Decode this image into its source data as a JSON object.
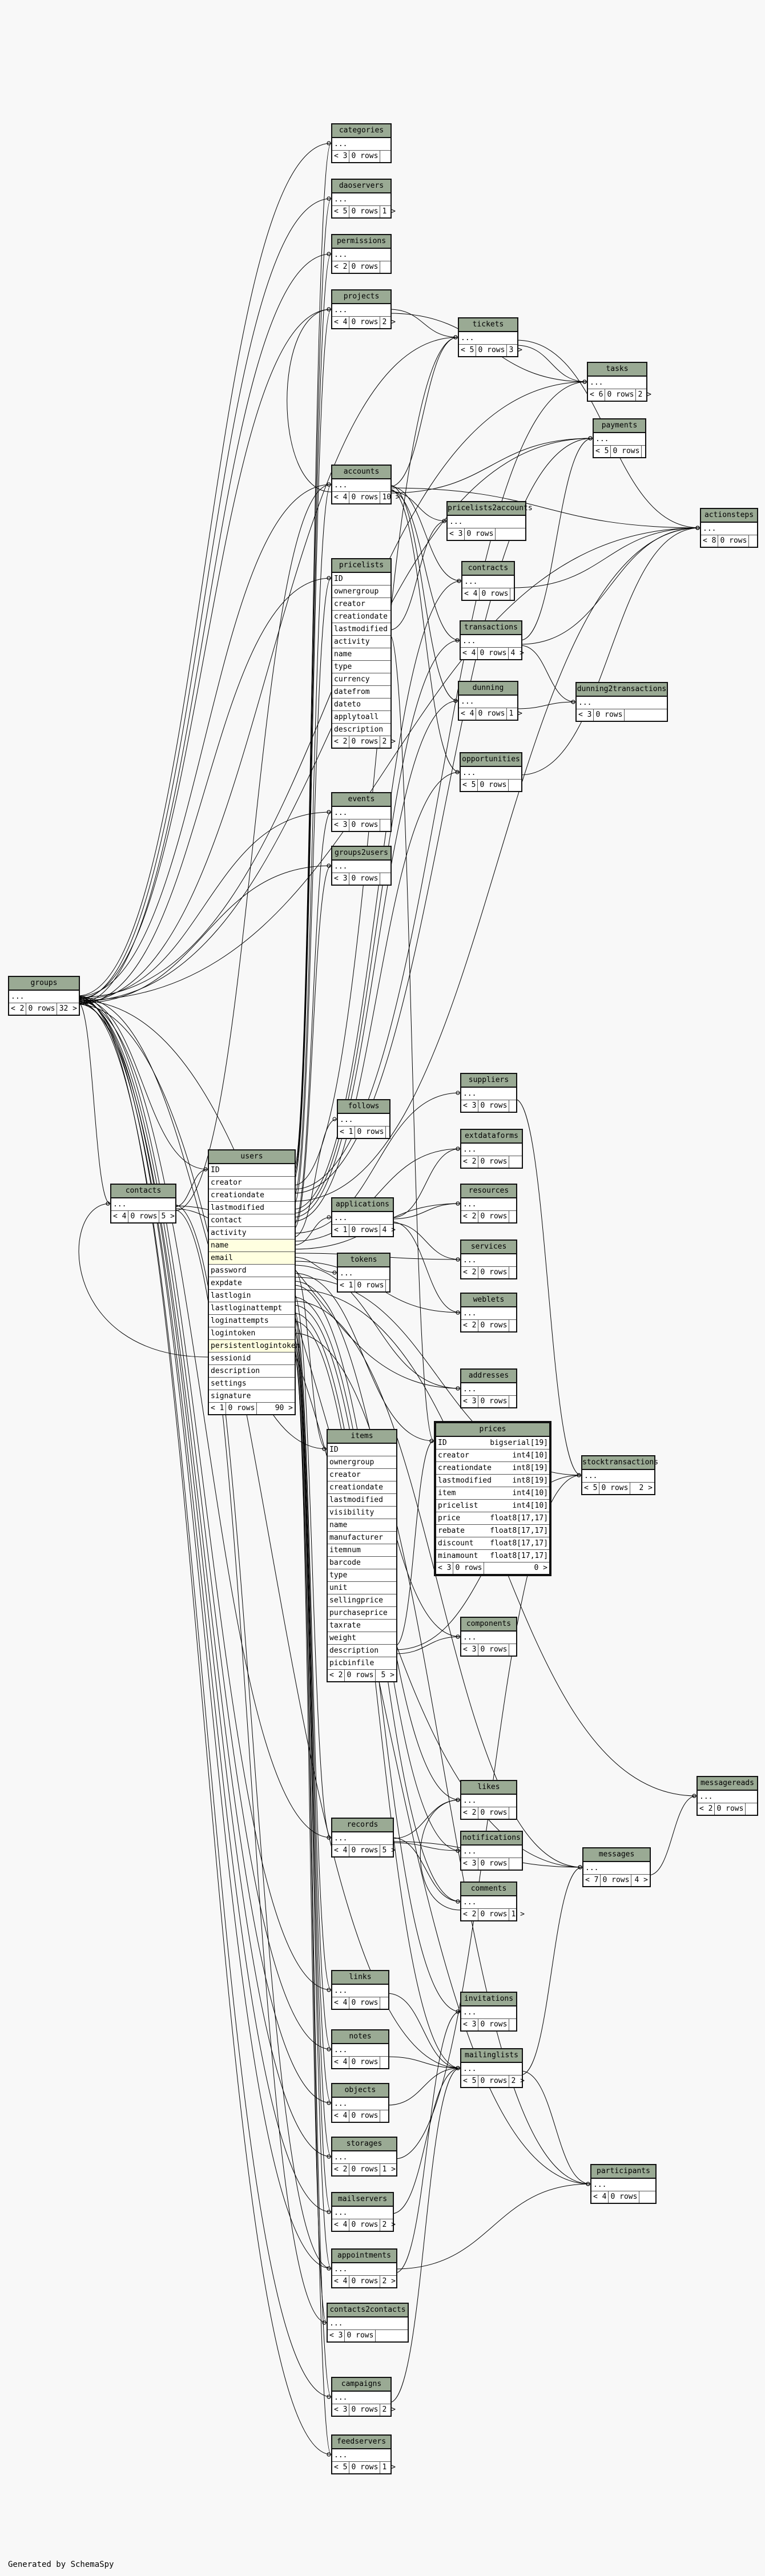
{
  "generated_by": "Generated by SchemaSpy",
  "tables": [
    {
      "name": "categories",
      "rows": [
        "..."
      ],
      "footer": [
        "< 3",
        "0 rows",
        ""
      ]
    },
    {
      "name": "daoservers",
      "rows": [
        "..."
      ],
      "footer": [
        "< 5",
        "0 rows",
        "1 >"
      ]
    },
    {
      "name": "permissions",
      "rows": [
        "..."
      ],
      "footer": [
        "< 2",
        "0 rows",
        ""
      ]
    },
    {
      "name": "projects",
      "rows": [
        "..."
      ],
      "footer": [
        "< 4",
        "0 rows",
        "2 >"
      ]
    },
    {
      "name": "tickets",
      "rows": [
        "..."
      ],
      "footer": [
        "< 5",
        "0 rows",
        "3 >"
      ]
    },
    {
      "name": "tasks",
      "rows": [
        "..."
      ],
      "footer": [
        "< 6",
        "0 rows",
        "2 >"
      ]
    },
    {
      "name": "payments",
      "rows": [
        "..."
      ],
      "footer": [
        "< 5",
        "0 rows",
        ""
      ]
    },
    {
      "name": "accounts",
      "rows": [
        "..."
      ],
      "footer": [
        "< 4",
        "0 rows",
        "10 >"
      ]
    },
    {
      "name": "pricelists2accounts",
      "rows": [
        "..."
      ],
      "footer": [
        "< 3",
        "0 rows",
        ""
      ]
    },
    {
      "name": "actionsteps",
      "rows": [
        "..."
      ],
      "footer": [
        "< 8",
        "0 rows",
        ""
      ]
    },
    {
      "name": "pricelists",
      "rows": [
        "ID",
        "ownergroup",
        "creator",
        "creationdate",
        "lastmodified",
        "activity",
        "name",
        "type",
        "currency",
        "datefrom",
        "dateto",
        "applytoall",
        "description"
      ],
      "footer": [
        "< 2",
        "0 rows",
        "2 >"
      ]
    },
    {
      "name": "contracts",
      "rows": [
        "..."
      ],
      "footer": [
        "< 4",
        "0 rows",
        ""
      ]
    },
    {
      "name": "transactions",
      "rows": [
        "..."
      ],
      "footer": [
        "< 4",
        "0 rows",
        "4 >"
      ]
    },
    {
      "name": "dunning",
      "rows": [
        "..."
      ],
      "footer": [
        "< 4",
        "0 rows",
        "1 >"
      ]
    },
    {
      "name": "dunning2transactions",
      "rows": [
        "..."
      ],
      "footer": [
        "< 3",
        "0 rows",
        ""
      ]
    },
    {
      "name": "opportunities",
      "rows": [
        "..."
      ],
      "footer": [
        "< 5",
        "0 rows",
        ""
      ]
    },
    {
      "name": "events",
      "rows": [
        "..."
      ],
      "footer": [
        "< 3",
        "0 rows",
        ""
      ]
    },
    {
      "name": "groups2users",
      "rows": [
        "..."
      ],
      "footer": [
        "< 3",
        "0 rows",
        ""
      ]
    },
    {
      "name": "groups",
      "rows": [
        "..."
      ],
      "footer": [
        "< 2",
        "0 rows",
        "32 >"
      ]
    },
    {
      "name": "suppliers",
      "rows": [
        "..."
      ],
      "footer": [
        "< 3",
        "0 rows",
        ""
      ]
    },
    {
      "name": "follows",
      "rows": [
        "..."
      ],
      "footer": [
        "< 1",
        "0 rows",
        ""
      ]
    },
    {
      "name": "extdataforms",
      "rows": [
        "..."
      ],
      "footer": [
        "< 2",
        "0 rows",
        ""
      ]
    },
    {
      "name": "contacts",
      "rows": [
        "..."
      ],
      "footer": [
        "< 4",
        "0 rows",
        "5 >"
      ]
    },
    {
      "name": "users",
      "rows": [
        "ID",
        "creator",
        "creationdate",
        "lastmodified",
        "contact",
        "activity",
        "name",
        "email",
        "password",
        "expdate",
        "lastlogin",
        "lastloginattempt",
        "loginattempts",
        "logintoken",
        "persistentlogintoken",
        "sessionid",
        "description",
        "settings",
        "signature"
      ],
      "footer": [
        "< 1",
        "0 rows",
        "90 >"
      ]
    },
    {
      "name": "applications",
      "rows": [
        "..."
      ],
      "footer": [
        "< 1",
        "0 rows",
        "4 >"
      ]
    },
    {
      "name": "resources",
      "rows": [
        "..."
      ],
      "footer": [
        "< 2",
        "0 rows",
        ""
      ]
    },
    {
      "name": "services",
      "rows": [
        "..."
      ],
      "footer": [
        "< 2",
        "0 rows",
        ""
      ]
    },
    {
      "name": "tokens",
      "rows": [
        "..."
      ],
      "footer": [
        "< 1",
        "0 rows",
        ""
      ]
    },
    {
      "name": "weblets",
      "rows": [
        "..."
      ],
      "footer": [
        "< 2",
        "0 rows",
        ""
      ]
    },
    {
      "name": "addresses",
      "rows": [
        "..."
      ],
      "footer": [
        "< 3",
        "0 rows",
        ""
      ]
    },
    {
      "name": "items",
      "rows": [
        "ID",
        "ownergroup",
        "creator",
        "creationdate",
        "lastmodified",
        "visibility",
        "name",
        "manufacturer",
        "itemnum",
        "barcode",
        "type",
        "unit",
        "sellingprice",
        "purchaseprice",
        "taxrate",
        "weight",
        "description",
        "picbinfile"
      ],
      "footer": [
        "< 2",
        "0 rows",
        "5 >"
      ]
    },
    {
      "name": "prices",
      "rows": [
        [
          "ID",
          "bigserial[19]"
        ],
        [
          "creator",
          "int4[10]"
        ],
        [
          "creationdate",
          "int8[19]"
        ],
        [
          "lastmodified",
          "int8[19]"
        ],
        [
          "item",
          "int4[10]"
        ],
        [
          "pricelist",
          "int4[10]"
        ],
        [
          "price",
          "float8[17,17]"
        ],
        [
          "rebate",
          "float8[17,17]"
        ],
        [
          "discount",
          "float8[17,17]"
        ],
        [
          "minamount",
          "float8[17,17]"
        ]
      ],
      "footer": [
        "< 3",
        "0 rows",
        "0 >"
      ]
    },
    {
      "name": "stocktransactions",
      "rows": [
        "..."
      ],
      "footer": [
        "< 5",
        "0 rows",
        "2 >"
      ]
    },
    {
      "name": "components",
      "rows": [
        "..."
      ],
      "footer": [
        "< 3",
        "0 rows",
        ""
      ]
    },
    {
      "name": "likes",
      "rows": [
        "..."
      ],
      "footer": [
        "< 2",
        "0 rows",
        ""
      ]
    },
    {
      "name": "messagereads",
      "rows": [
        "..."
      ],
      "footer": [
        "< 2",
        "0 rows",
        ""
      ]
    },
    {
      "name": "records",
      "rows": [
        "..."
      ],
      "footer": [
        "< 4",
        "0 rows",
        "5 >"
      ]
    },
    {
      "name": "notifications",
      "rows": [
        "..."
      ],
      "footer": [
        "< 3",
        "0 rows",
        ""
      ]
    },
    {
      "name": "messages",
      "rows": [
        "..."
      ],
      "footer": [
        "< 7",
        "0 rows",
        "4 >"
      ]
    },
    {
      "name": "comments",
      "rows": [
        "..."
      ],
      "footer": [
        "< 2",
        "0 rows",
        "1 >"
      ]
    },
    {
      "name": "links",
      "rows": [
        "..."
      ],
      "footer": [
        "< 4",
        "0 rows",
        ""
      ]
    },
    {
      "name": "invitations",
      "rows": [
        "..."
      ],
      "footer": [
        "< 3",
        "0 rows",
        ""
      ]
    },
    {
      "name": "notes",
      "rows": [
        "..."
      ],
      "footer": [
        "< 4",
        "0 rows",
        ""
      ]
    },
    {
      "name": "mailinglists",
      "rows": [
        "..."
      ],
      "footer": [
        "< 5",
        "0 rows",
        "2 >"
      ]
    },
    {
      "name": "objects",
      "rows": [
        "..."
      ],
      "footer": [
        "< 4",
        "0 rows",
        ""
      ]
    },
    {
      "name": "storages",
      "rows": [
        "..."
      ],
      "footer": [
        "< 2",
        "0 rows",
        "1 >"
      ]
    },
    {
      "name": "participants",
      "rows": [
        "..."
      ],
      "footer": [
        "< 4",
        "0 rows",
        ""
      ]
    },
    {
      "name": "mailservers",
      "rows": [
        "..."
      ],
      "footer": [
        "< 4",
        "0 rows",
        "2 >"
      ]
    },
    {
      "name": "appointments",
      "rows": [
        "..."
      ],
      "footer": [
        "< 4",
        "0 rows",
        "2 >"
      ]
    },
    {
      "name": "contacts2contacts",
      "rows": [
        "..."
      ],
      "footer": [
        "< 3",
        "0 rows",
        ""
      ]
    },
    {
      "name": "campaigns",
      "rows": [
        "..."
      ],
      "footer": [
        "< 3",
        "0 rows",
        "2 >"
      ]
    },
    {
      "name": "feedservers",
      "rows": [
        "..."
      ],
      "footer": [
        "< 5",
        "0 rows",
        "1 >"
      ]
    }
  ],
  "highlighted_rows": {
    "users": [
      "name",
      "email",
      "persistentlogintoken"
    ]
  },
  "relationships": [
    [
      "users",
      "categories"
    ],
    [
      "users",
      "daoservers"
    ],
    [
      "users",
      "permissions"
    ],
    [
      "users",
      "projects"
    ],
    [
      "users",
      "tickets"
    ],
    [
      "users",
      "tasks"
    ],
    [
      "users",
      "payments"
    ],
    [
      "users",
      "accounts"
    ],
    [
      "users",
      "actionsteps"
    ],
    [
      "users",
      "pricelists"
    ],
    [
      "users",
      "contracts"
    ],
    [
      "users",
      "transactions"
    ],
    [
      "users",
      "dunning"
    ],
    [
      "users",
      "opportunities"
    ],
    [
      "users",
      "events"
    ],
    [
      "users",
      "groups2users"
    ],
    [
      "users",
      "suppliers"
    ],
    [
      "users",
      "follows"
    ],
    [
      "users",
      "extdataforms"
    ],
    [
      "users",
      "applications"
    ],
    [
      "users",
      "resources"
    ],
    [
      "users",
      "services"
    ],
    [
      "users",
      "tokens"
    ],
    [
      "users",
      "weblets"
    ],
    [
      "users",
      "addresses"
    ],
    [
      "users",
      "items"
    ],
    [
      "users",
      "prices"
    ],
    [
      "users",
      "stocktransactions"
    ],
    [
      "users",
      "components"
    ],
    [
      "users",
      "likes"
    ],
    [
      "users",
      "messagereads"
    ],
    [
      "users",
      "records"
    ],
    [
      "users",
      "notifications"
    ],
    [
      "users",
      "messages"
    ],
    [
      "users",
      "comments"
    ],
    [
      "users",
      "links"
    ],
    [
      "users",
      "invitations"
    ],
    [
      "users",
      "notes"
    ],
    [
      "users",
      "mailinglists"
    ],
    [
      "users",
      "objects"
    ],
    [
      "users",
      "storages"
    ],
    [
      "users",
      "participants"
    ],
    [
      "users",
      "mailservers"
    ],
    [
      "users",
      "appointments"
    ],
    [
      "users",
      "contacts2contacts"
    ],
    [
      "users",
      "campaigns"
    ],
    [
      "users",
      "feedservers"
    ],
    [
      "users",
      "contacts"
    ],
    [
      "groups",
      "categories"
    ],
    [
      "groups",
      "daoservers"
    ],
    [
      "groups",
      "permissions"
    ],
    [
      "groups",
      "projects"
    ],
    [
      "groups",
      "tickets"
    ],
    [
      "groups",
      "tasks"
    ],
    [
      "groups",
      "payments"
    ],
    [
      "groups",
      "accounts"
    ],
    [
      "groups",
      "actionsteps"
    ],
    [
      "groups",
      "pricelists"
    ],
    [
      "groups",
      "events"
    ],
    [
      "groups",
      "groups2users"
    ],
    [
      "groups",
      "users"
    ],
    [
      "groups",
      "contacts"
    ],
    [
      "groups",
      "items"
    ],
    [
      "groups",
      "records"
    ],
    [
      "groups",
      "links"
    ],
    [
      "groups",
      "notes"
    ],
    [
      "groups",
      "objects"
    ],
    [
      "groups",
      "storages"
    ],
    [
      "groups",
      "mailservers"
    ],
    [
      "groups",
      "appointments"
    ],
    [
      "groups",
      "campaigns"
    ],
    [
      "groups",
      "feedservers"
    ],
    [
      "groups",
      "messages"
    ],
    [
      "groups",
      "mailinglists"
    ],
    [
      "contacts",
      "users"
    ],
    [
      "contacts",
      "accounts"
    ],
    [
      "contacts",
      "addresses"
    ],
    [
      "contacts",
      "contacts2contacts"
    ],
    [
      "contacts",
      "appointments"
    ],
    [
      "contacts",
      "participants"
    ],
    [
      "projects",
      "tickets"
    ],
    [
      "projects",
      "tasks"
    ],
    [
      "tickets",
      "tasks"
    ],
    [
      "tickets",
      "actionsteps"
    ],
    [
      "accounts",
      "pricelists2accounts"
    ],
    [
      "accounts",
      "contracts"
    ],
    [
      "accounts",
      "transactions"
    ],
    [
      "accounts",
      "dunning"
    ],
    [
      "accounts",
      "opportunities"
    ],
    [
      "accounts",
      "payments"
    ],
    [
      "accounts",
      "actionsteps"
    ],
    [
      "accounts",
      "projects"
    ],
    [
      "accounts",
      "tickets"
    ],
    [
      "pricelists",
      "pricelists2accounts"
    ],
    [
      "pricelists",
      "prices"
    ],
    [
      "transactions",
      "dunning2transactions"
    ],
    [
      "transactions",
      "payments"
    ],
    [
      "transactions",
      "actionsteps"
    ],
    [
      "dunning",
      "dunning2transactions"
    ],
    [
      "opportunities",
      "actionsteps"
    ],
    [
      "contracts",
      "actionsteps"
    ],
    [
      "applications",
      "resources"
    ],
    [
      "applications",
      "services"
    ],
    [
      "applications",
      "extdataforms"
    ],
    [
      "applications",
      "weblets"
    ],
    [
      "items",
      "prices"
    ],
    [
      "items",
      "stocktransactions"
    ],
    [
      "items",
      "components"
    ],
    [
      "storages",
      "stocktransactions"
    ],
    [
      "suppliers",
      "stocktransactions"
    ],
    [
      "records",
      "likes"
    ],
    [
      "records",
      "notifications"
    ],
    [
      "records",
      "comments"
    ],
    [
      "records",
      "messages"
    ],
    [
      "messages",
      "messagereads"
    ],
    [
      "mailinglists",
      "participants"
    ],
    [
      "mailinglists",
      "messages"
    ],
    [
      "mailservers",
      "mailinglists"
    ],
    [
      "campaigns",
      "mailinglists"
    ],
    [
      "appointments",
      "participants"
    ],
    [
      "appointments",
      "invitations"
    ],
    [
      "comments",
      "likes"
    ],
    [
      "links",
      "mailinglists"
    ],
    [
      "notes",
      "mailinglists"
    ],
    [
      "objects",
      "mailinglists"
    ]
  ]
}
